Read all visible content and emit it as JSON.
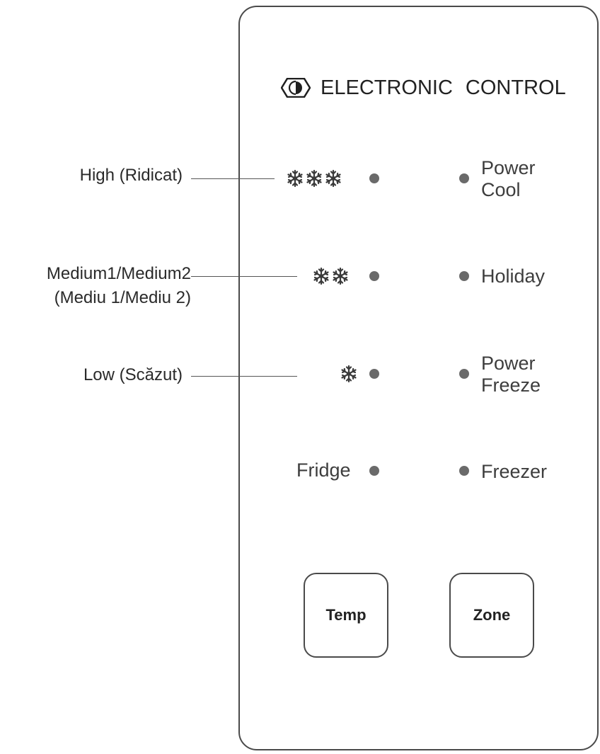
{
  "brand": {
    "words": [
      "ELECTRONIC",
      "CONTROL"
    ],
    "logo_icon": "half-filled-hexagon-icon"
  },
  "callouts": {
    "high": "High (Ridicat)",
    "medium_line1": "Medium1/Medium2",
    "medium_line2": "(Mediu 1/Mediu 2)",
    "low": "Low (Scăzut)"
  },
  "left_indicators": [
    {
      "id": "high",
      "snowflakes": 3
    },
    {
      "id": "medium",
      "snowflakes": 2
    },
    {
      "id": "low",
      "snowflakes": 1
    },
    {
      "id": "fridge",
      "label": "Fridge"
    }
  ],
  "right_indicators": {
    "power_cool": [
      "Power",
      "Cool"
    ],
    "holiday": "Holiday",
    "power_freeze": [
      "Power",
      "Freeze"
    ],
    "freezer": "Freezer"
  },
  "buttons": {
    "temp": "Temp",
    "zone": "Zone"
  },
  "colors": {
    "outline": "#4a4a4a",
    "indicator_dot": "#6a6a6a",
    "text": "#3a3a3a"
  }
}
